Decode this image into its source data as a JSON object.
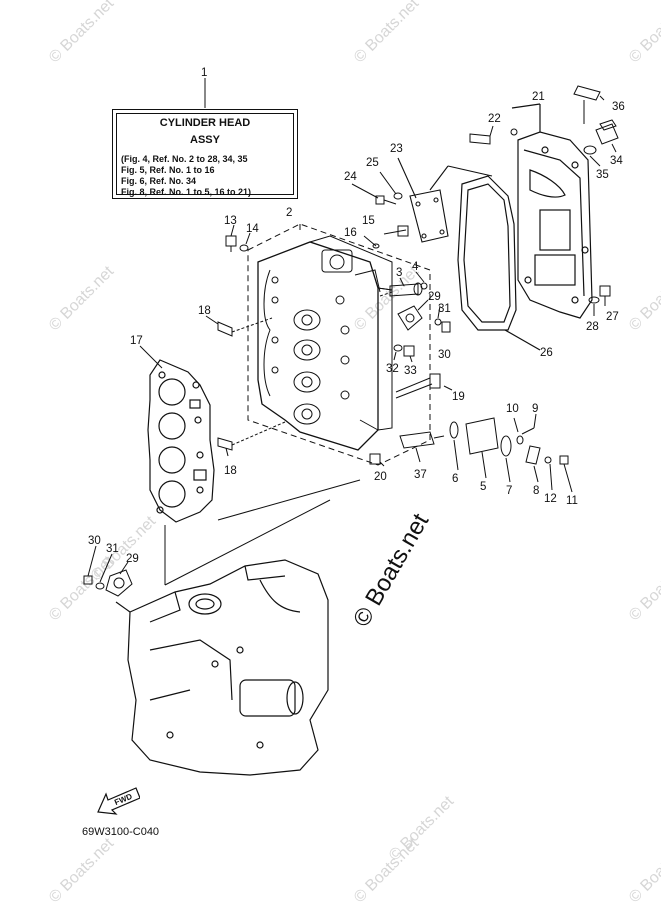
{
  "title_box": {
    "ref": "1",
    "line1": "CYLINDER HEAD",
    "line2": "ASSY",
    "refs": [
      "(Fig. 4, Ref. No. 2 to 28, 34, 35",
      "Fig. 5, Ref. No. 1 to 16",
      "Fig. 6, Ref. No. 34",
      "Fig. 8, Ref. No. 1 to 5, 16 to 21)"
    ]
  },
  "diagram_code": "69W3100-C040",
  "fwd_label": "FWD",
  "watermark": "© Boats.net",
  "watermark_main": "© Boats.net",
  "labels": {
    "n2": "2",
    "n3": "3",
    "n4": "4",
    "n5": "5",
    "n6": "6",
    "n7": "7",
    "n8": "8",
    "n9": "9",
    "n10": "10",
    "n11": "11",
    "n12": "12",
    "n13": "13",
    "n14": "14",
    "n15": "15",
    "n16": "16",
    "n17": "17",
    "n18a": "18",
    "n18b": "18",
    "n19": "19",
    "n20": "20",
    "n21": "21",
    "n22": "22",
    "n23": "23",
    "n24": "24",
    "n25": "25",
    "n26": "26",
    "n27": "27",
    "n28": "28",
    "n29a": "29",
    "n29b": "29",
    "n30a": "30",
    "n30b": "30",
    "n31a": "31",
    "n31b": "31",
    "n32": "32",
    "n33": "33",
    "n34": "34",
    "n35": "35",
    "n36": "36",
    "n37": "37"
  }
}
